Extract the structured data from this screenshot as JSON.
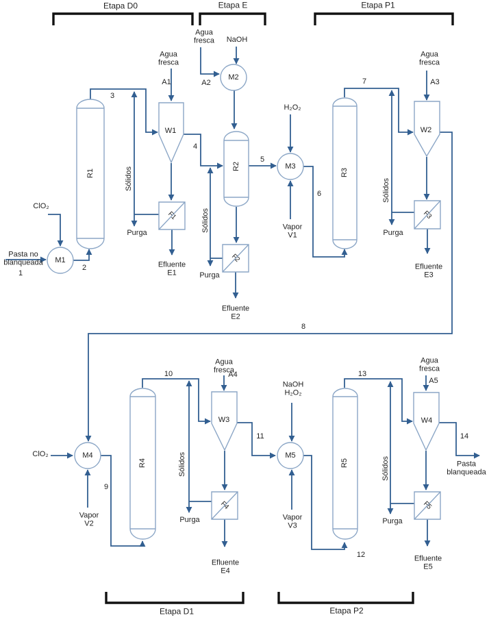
{
  "stages": {
    "d0": "Etapa D0",
    "e": "Etapa E",
    "p1": "Etapa P1",
    "d1": "Etapa D1",
    "p2": "Etapa P2"
  },
  "units": {
    "m1": "M1",
    "m2": "M2",
    "m3": "M3",
    "m4": "M4",
    "m5": "M5",
    "r1": "R1",
    "r2": "R2",
    "r3": "R3",
    "r4": "R4",
    "r5": "R5",
    "w1": "W1",
    "w2": "W2",
    "w3": "W3",
    "w4": "W4",
    "f1": "F1",
    "f2": "F2",
    "f3": "F3",
    "f4": "F4",
    "f5": "F5"
  },
  "streams": {
    "s1": "1",
    "s2": "2",
    "s3": "3",
    "s4": "4",
    "s5": "5",
    "s6": "6",
    "s7": "7",
    "s8": "8",
    "s9": "9",
    "s10": "10",
    "s11": "11",
    "s12": "12",
    "s13": "13",
    "s14": "14",
    "a1": "A1",
    "a2": "A2",
    "a3": "A3",
    "a4": "A4",
    "a5": "A5"
  },
  "labels": {
    "agua_fresca": "Agua fresca",
    "naoh": "NaOH",
    "h2o2": "H₂O₂",
    "naoh_h2o2": "NaOH H₂O₂",
    "clo2": "ClO₂",
    "vapor_v1": "Vapor V1",
    "vapor_v2": "Vapor V2",
    "vapor_v3": "Vapor V3",
    "solidos": "Sólidos",
    "purga": "Purga",
    "pasta_no_blanqueada": "Pasta no blanqueada",
    "pasta_blanqueada": "Pasta blanqueada",
    "efluente_e1": "Efluente E1",
    "efluente_e2": "Efluente E2",
    "efluente_e3": "Efluente E3",
    "efluente_e4": "Efluente E4",
    "efluente_e5": "Efluente E5"
  },
  "colors": {
    "line": "#325f91",
    "unit-outline": "#8ba6c6",
    "bracket": "#111111",
    "text": "#1f1f1f",
    "background": "#ffffff"
  }
}
